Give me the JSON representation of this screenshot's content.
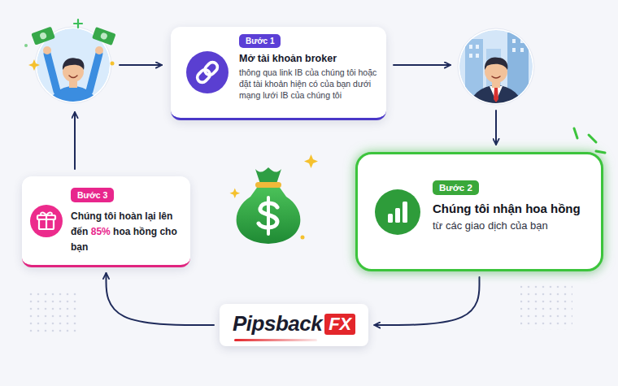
{
  "diagram": {
    "nodes": [
      {
        "text": [
          "Mở tài khoản broker",
          "thông qua link IB của chúng tôi hoặc đặt tài khoản hiện có của bạn dưới mạng lưới IB của chúng tôi"
        ]
      },
      {
        "text": [
          "Bước 1"
        ],
        "in": 0
      },
      {
        "text": [
          "Chúng tôi nhận hoa hồng",
          "từ các giao dịch của bạn"
        ]
      },
      {
        "text": [
          "Bước 2"
        ],
        "in": 2
      },
      {
        "text": [
          "Pipsback"
        ]
      },
      {
        "text": [
          "FX"
        ],
        "in": 4
      },
      {
        "text": [
          "Chúng tôi hoàn lại lên đến",
          "85%",
          "hoa hồng cho bạn"
        ]
      },
      {
        "text": [
          "Bước 3"
        ],
        "in": 6
      }
    ],
    "edges": [
      {
        "from": 2,
        "to": 4,
        "arrow": "to"
      },
      {
        "from": 4,
        "to": 6,
        "arrow": "to"
      }
    ]
  }
}
